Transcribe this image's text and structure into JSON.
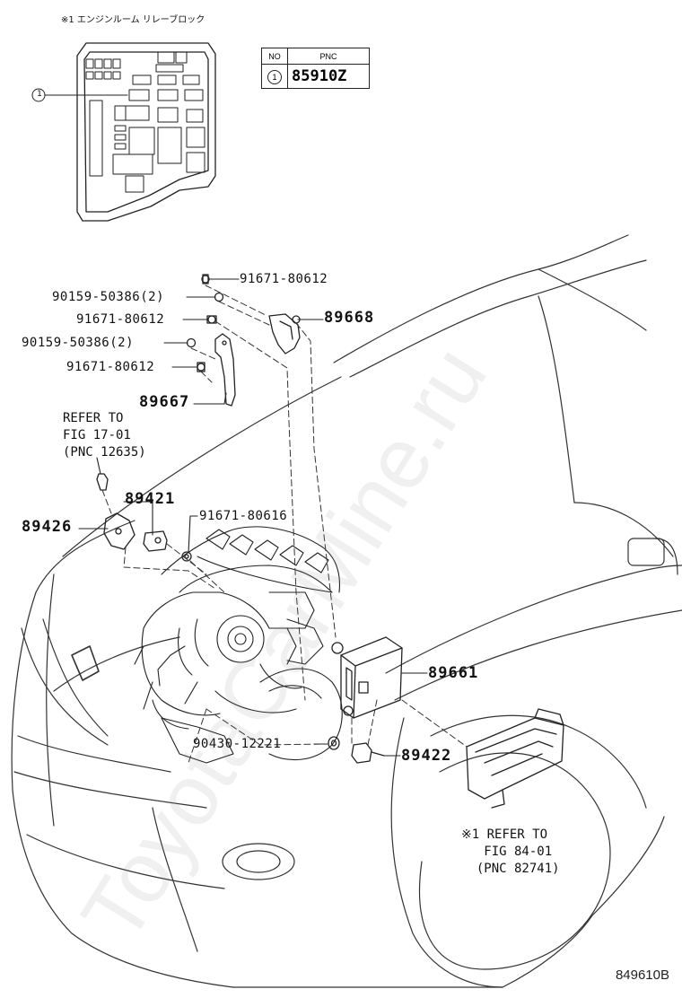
{
  "inset_caption": "※1 エンジンルーム リレーブロック",
  "inset_callout": "1",
  "table": {
    "no_header": "NO",
    "pnc_header": "PNC",
    "rows": [
      {
        "no": "1",
        "pnc": "85910Z"
      }
    ]
  },
  "labels": {
    "p91671_80612_a": "91671-80612",
    "p90159_50386_a": "90159-50386(2)",
    "p91671_80612_b": "91671-80612",
    "p89668": "89668",
    "p90159_50386_b": "90159-50386(2)",
    "p91671_80612_c": "91671-80612",
    "p89667": "89667",
    "p89421": "89421",
    "p89426": "89426",
    "p91671_80616": "91671-80616",
    "p89661": "89661",
    "p90430_12221": "90430-12221",
    "p89422": "89422"
  },
  "refer_upper": [
    "REFER TO",
    "FIG 17-01",
    "(PNC 12635)"
  ],
  "refer_lower": [
    "※1 REFER TO",
    "   FIG 84-01",
    "  (PNC 82741)"
  ],
  "watermark": "ToyotaCarMine.ru",
  "figure_id": "849610B",
  "icons": [
    "relay-block",
    "ecu",
    "bracket",
    "bolt",
    "sensor",
    "gasket",
    "engine",
    "car-body"
  ]
}
